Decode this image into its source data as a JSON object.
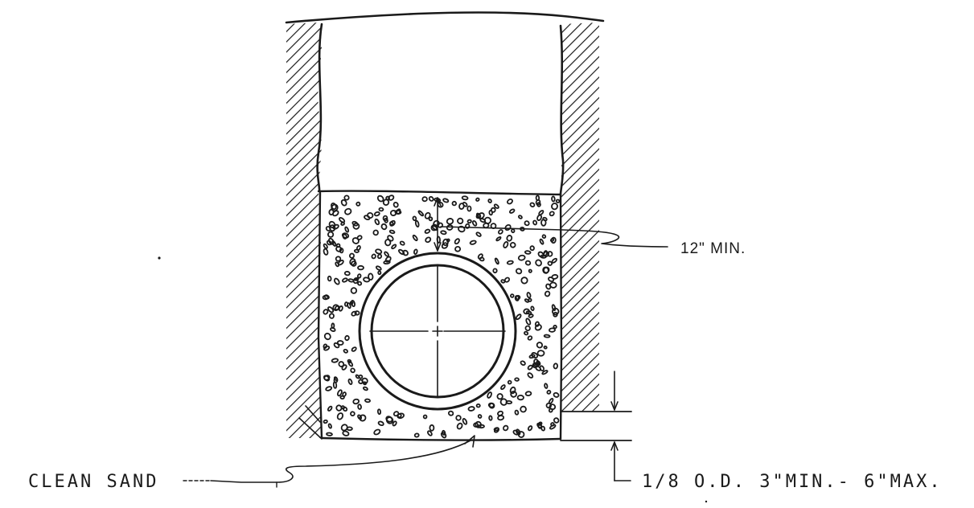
{
  "labels": {
    "cover_dimension": "12\" MIN.",
    "bedding_material": "CLEAN SAND",
    "bedding_depth": "1/8 O.D. 3\"MIN.- 6\"MAX."
  }
}
